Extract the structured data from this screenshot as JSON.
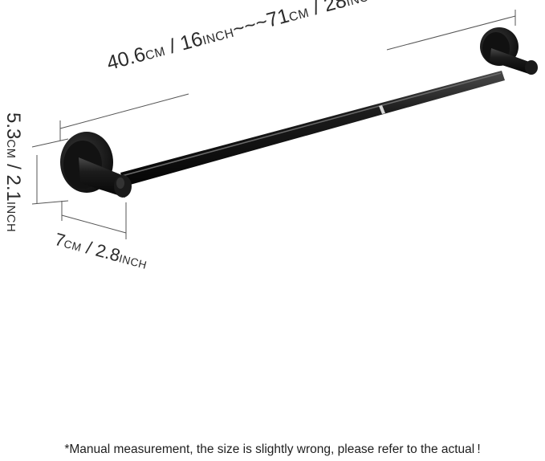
{
  "dimensions": {
    "length": {
      "min": "40.6",
      "unit1": "CM",
      "sep1": " / ",
      "min_in": "16",
      "unit2": "INCH",
      "range": "~~~",
      "max": "71",
      "unit3": "CM",
      "sep2": " / ",
      "max_in": "28",
      "unit4": "INCH"
    },
    "height": {
      "cm": "5.3",
      "unit1": "CM",
      "sep": " / ",
      "inch": "2.1",
      "unit2": "INCH"
    },
    "depth": {
      "cm": "7",
      "unit1": "CM",
      "sep": " / ",
      "inch": "2.8",
      "unit2": "INCH"
    }
  },
  "disclaimer": "*Manual measurement, the size is slightly wrong, please refer to the actual !",
  "colors": {
    "bar": "#151515",
    "accent": "#d8d8d8",
    "dim_line": "#555555"
  }
}
